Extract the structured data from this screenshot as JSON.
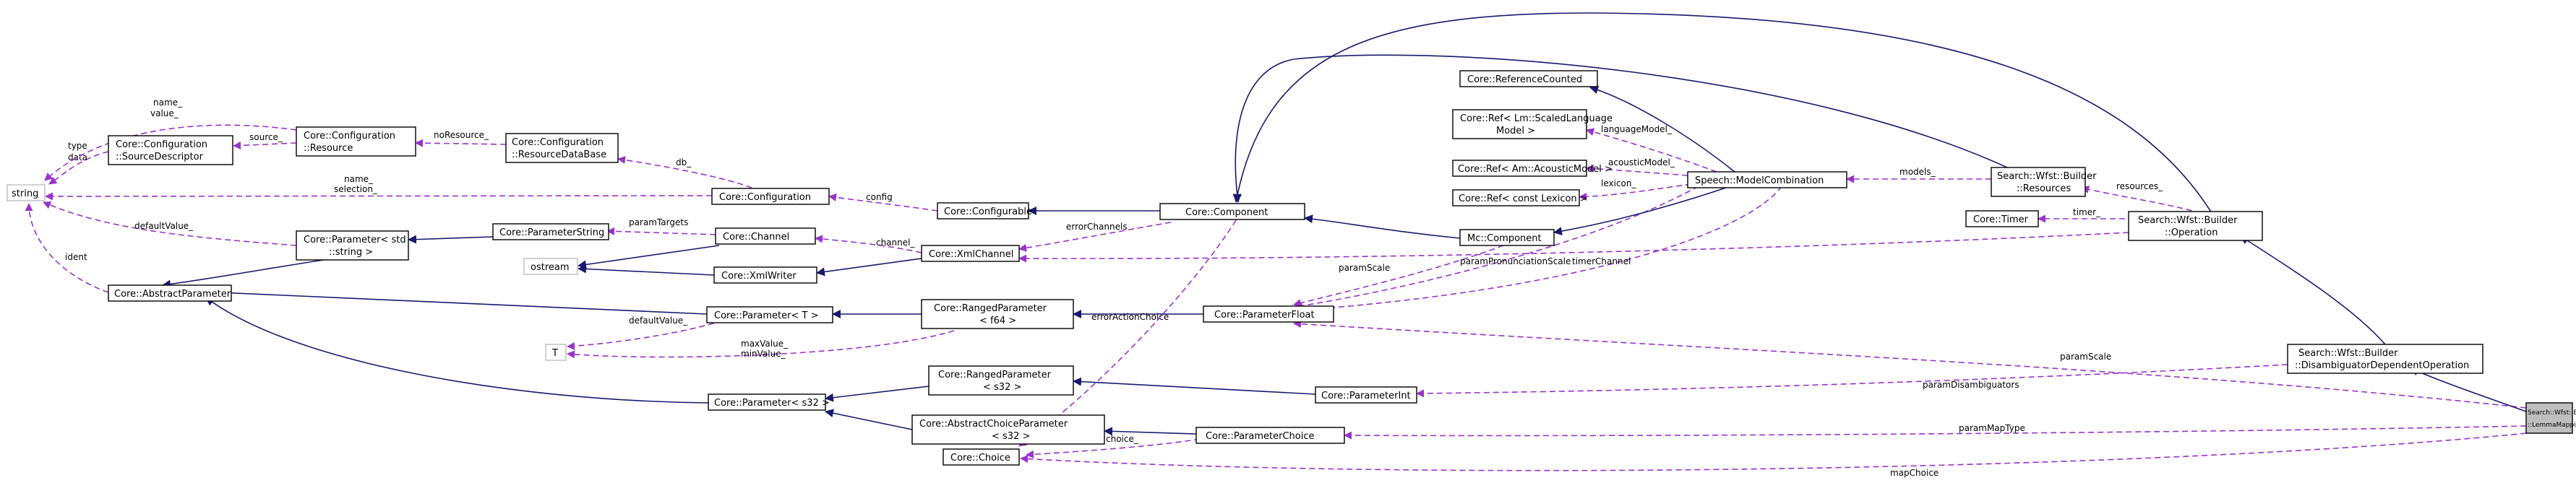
{
  "nodes": {
    "string": "string",
    "ostream": "ostream",
    "T": "T",
    "core_config_source_descriptor": [
      "Core::Configuration",
      "::SourceDescriptor"
    ],
    "core_config_resource": [
      "Core::Configuration",
      "::Resource"
    ],
    "core_config_resource_db": [
      "Core::Configuration",
      "::ResourceDataBase"
    ],
    "core_abstract_parameter": "Core::AbstractParameter",
    "core_parameter_string": [
      "Core::Parameter< std",
      "::string >"
    ],
    "core_parameter_string2": "Core::ParameterString",
    "core_configuration": "Core::Configuration",
    "core_channel": "Core::Channel",
    "core_xml_writer": "Core::XmlWriter",
    "core_parameter_T": "Core::Parameter< T >",
    "core_parameter_s32": "Core::Parameter< s32 >",
    "core_configurable": "Core::Configurable",
    "core_xml_channel": "Core::XmlChannel",
    "core_ranged_f64": [
      "Core::RangedParameter",
      "< f64 >"
    ],
    "core_ranged_s32": [
      "Core::RangedParameter",
      "< s32 >"
    ],
    "core_abstract_choice_s32": [
      "Core::AbstractChoiceParameter",
      "< s32 >"
    ],
    "core_choice": "Core::Choice",
    "core_component": "Core::Component",
    "core_parameter_float": "Core::ParameterFloat",
    "core_parameter_int": "Core::ParameterInt",
    "core_parameter_choice": "Core::ParameterChoice",
    "core_reference_counted": "Core::ReferenceCounted",
    "core_ref_lm": [
      "Core::Ref< Lm::ScaledLanguage",
      "Model >"
    ],
    "core_ref_am": "Core::Ref< Am::AcousticModel >",
    "core_ref_lexicon": "Core::Ref< const Lexicon >",
    "mc_component": "Mc::Component",
    "speech_model_combination": "Speech::ModelCombination",
    "search_builder_resources": [
      "Search::Wfst::Builder",
      "::Resources"
    ],
    "core_timer": "Core::Timer",
    "search_builder_operation": [
      "Search::Wfst::Builder",
      "::Operation"
    ],
    "search_builder_disambig_op": [
      "Search::Wfst::Builder",
      "::DisambiguatorDependentOperation"
    ],
    "search_builder_lemma_mapping": [
      "Search::Wfst::Builder",
      "::LemmaMapping"
    ]
  },
  "edge_labels": {
    "name_value": [
      "name_",
      "value_"
    ],
    "type_data": [
      "type",
      "data"
    ],
    "source": "source_",
    "noResource": "noResource_",
    "db": "db_",
    "name_selection": [
      "name_",
      "selection_"
    ],
    "config": "config",
    "defaultValue_string": "defaultValue_",
    "ident": "ident",
    "paramTargets": "paramTargets",
    "channel": "channel_",
    "errorChannels": "errorChannels",
    "defaultValue_T": "defaultValue_",
    "max_min": [
      "maxValue_",
      "minValue_"
    ],
    "errorActionChoice": "errorActionChoice",
    "paramScale_mc": "paramScale",
    "paramPronunciationScale": "paramPronunciationScale",
    "timerChannel": "timerChannel",
    "languageModel": "languageModel_",
    "acousticModel": "acousticModel_",
    "lexicon": "lexicon_",
    "models": "models_",
    "resources": "resources_",
    "timer": "timer_",
    "paramScale_op": "paramScale",
    "paramDisambiguators": "paramDisambiguators",
    "paramMapType": "paramMapType",
    "choice": "choice_",
    "mapChoice": "mapChoice"
  },
  "colors": {
    "inheritance": "#191970",
    "association": "#9a32cd",
    "highlight_fill": "#bfbfbf",
    "external_border": "#bfbfbf"
  }
}
